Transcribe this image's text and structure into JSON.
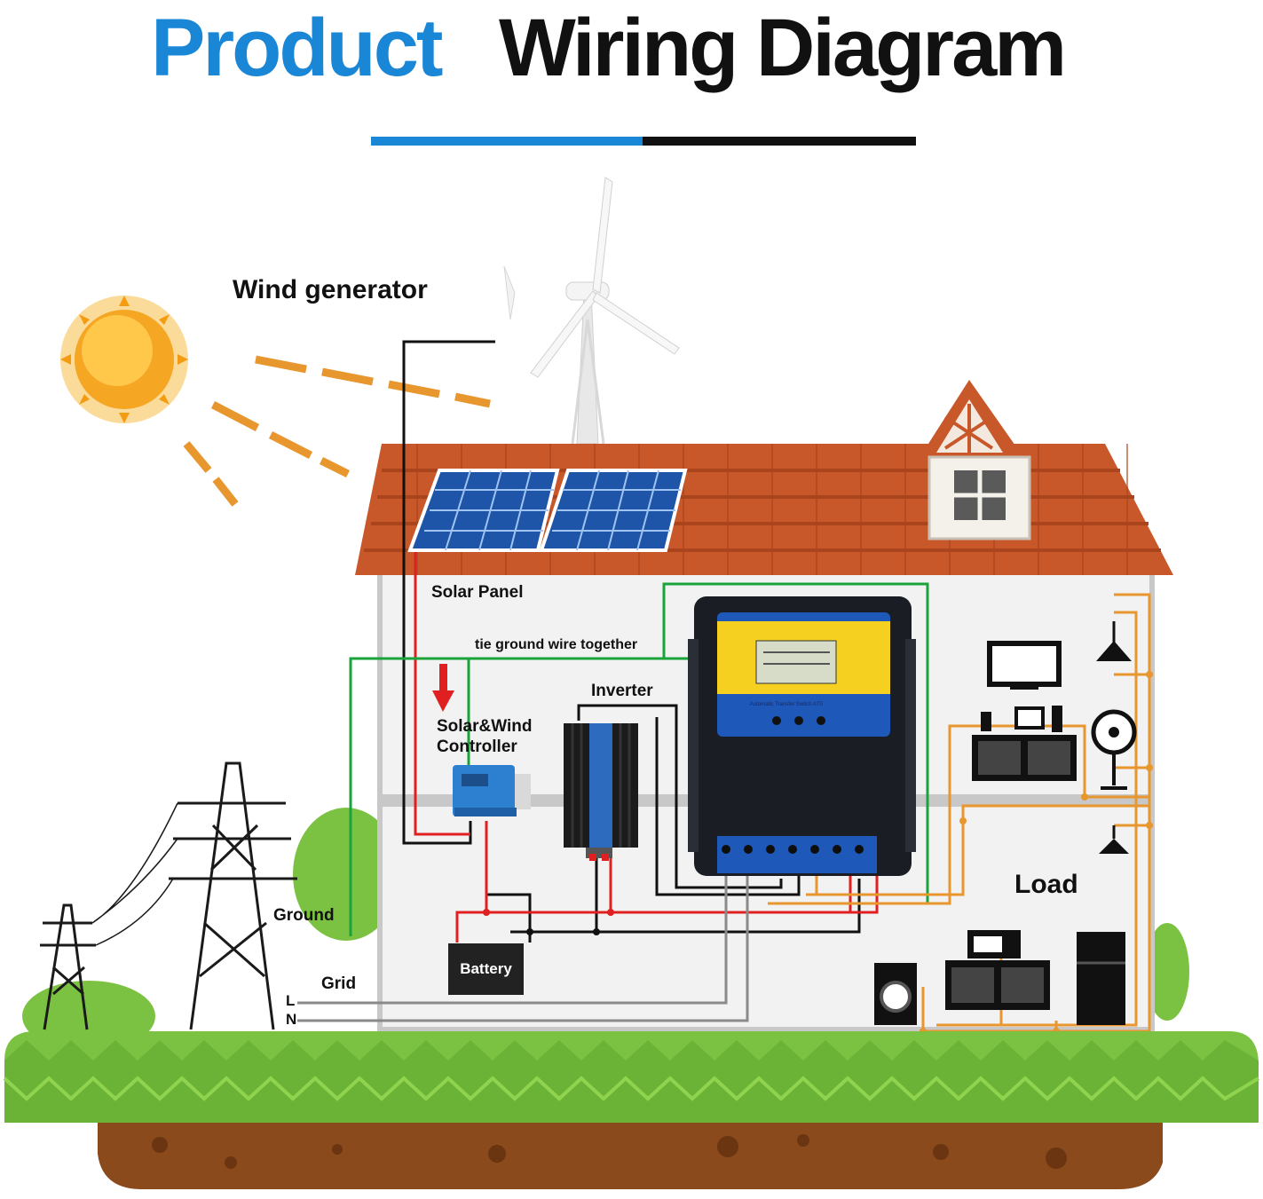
{
  "title": {
    "word1": "Product",
    "word2": "Wiring Diagram"
  },
  "labels": {
    "wind_generator": "Wind generator",
    "solar_panel": "Solar Panel",
    "tie_ground": "tie ground wire together",
    "inverter": "Inverter",
    "controller_line1": "Solar&Wind",
    "controller_line2": "Controller",
    "battery": "Battery",
    "ground": "Ground",
    "grid": "Grid",
    "grid_l": "L",
    "grid_n": "N",
    "load": "Load",
    "ats_caption": "Automatic Transfer Switch ATS"
  },
  "colors": {
    "title_blue": "#1a86d6",
    "wire_red": "#e02020",
    "wire_black": "#111111",
    "wire_green": "#1aa33a",
    "wire_gray": "#8a8a8a",
    "wire_orange": "#e8962e",
    "roof": "#c8582a",
    "grass": "#7cc242",
    "soil": "#8a4a1c"
  },
  "icons": [
    "sun-icon",
    "wind-turbine-icon",
    "solar-panel-icon",
    "controller-icon",
    "inverter-icon",
    "ats-switch-icon",
    "battery-icon",
    "power-tower-icon",
    "lamp-icon",
    "tv-icon",
    "computer-icon",
    "fan-icon",
    "microwave-icon",
    "washing-machine-icon",
    "fridge-icon"
  ]
}
